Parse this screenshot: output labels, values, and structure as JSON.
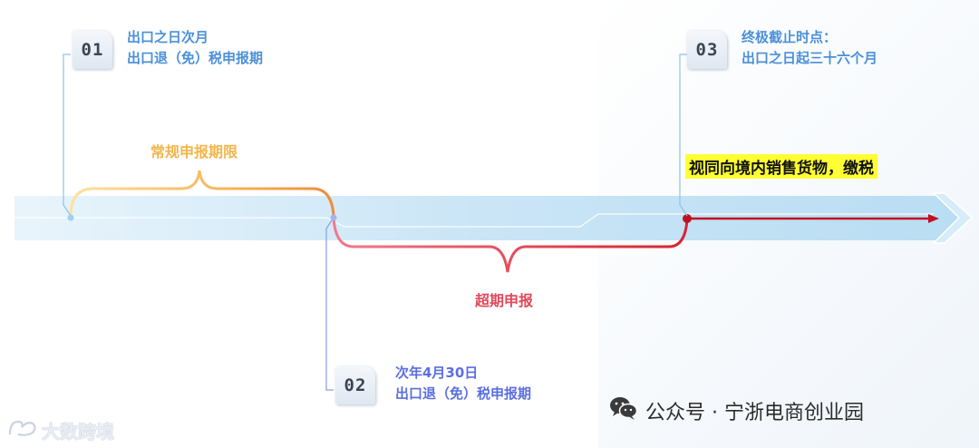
{
  "markers": [
    {
      "badge": "01",
      "line1": "出口之日次月",
      "line2": "出口退（免）税申报期"
    },
    {
      "badge": "02",
      "line1": "次年4月30日",
      "line2": "出口退（免）税申报期"
    },
    {
      "badge": "03",
      "line1": "终极截止时点：",
      "line2": "出口之日起三十六个月"
    }
  ],
  "braces": {
    "regular": "常规申报期限",
    "overdue": "超期申报"
  },
  "highlight_text": "视同向境内销售货物，缴税",
  "footer": {
    "left": "大数跨境",
    "right": "公众号 · 宁浙电商创业园"
  },
  "colors": {
    "badge01_text": "#4a90d9",
    "badge02_text": "#5b6ee0",
    "badge03_text": "#4a90d9",
    "regular_brace": "#f3b54a",
    "overdue_brace": "#e04a5a",
    "arrow_red": "#c0121e",
    "band": "#bfe0f5"
  }
}
